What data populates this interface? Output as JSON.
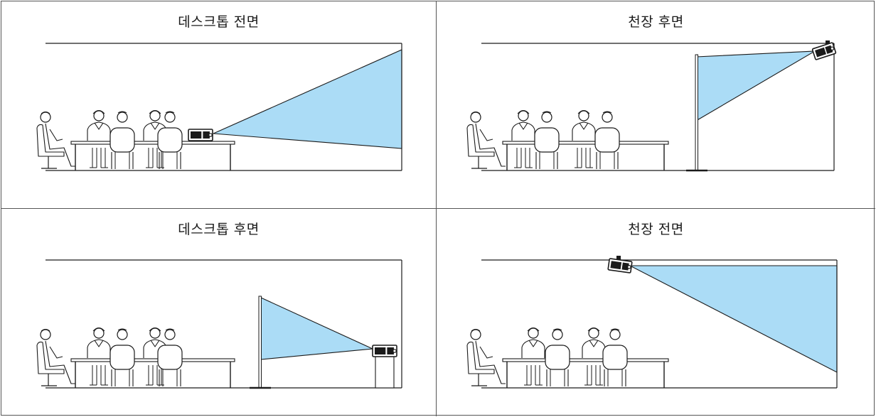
{
  "colors": {
    "beam": "#abdcf6",
    "line": "#1a1a1a"
  },
  "panels": [
    {
      "id": "desktop-front",
      "title": "데스크톱 전면"
    },
    {
      "id": "ceiling-rear",
      "title": "천장 후면"
    },
    {
      "id": "desktop-rear",
      "title": "데스크톱 후면"
    },
    {
      "id": "ceiling-front",
      "title": "천장 전면"
    }
  ]
}
